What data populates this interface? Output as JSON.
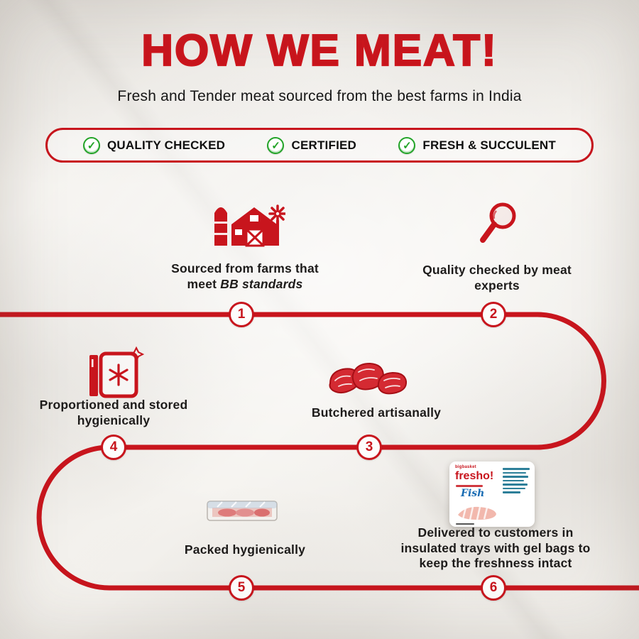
{
  "header": {
    "title": "HOW WE MEAT!",
    "subtitle": "Fresh and Tender meat sourced from the best farms in India"
  },
  "badge_bar": {
    "items": [
      "QUALITY CHECKED",
      "CERTIFIED",
      "FRESH & SUCCULENT"
    ],
    "check_glyph": "✓"
  },
  "steps": [
    {
      "number": "1",
      "icon": "farm-icon",
      "line1": "Sourced from farms that",
      "line2_plain": "meet",
      "line2_italic": "BB standards"
    },
    {
      "number": "2",
      "icon": "magnifier-icon",
      "text": "Quality checked by meat experts"
    },
    {
      "number": "3",
      "icon": "meat-icon",
      "text": "Butchered artisanally"
    },
    {
      "number": "4",
      "icon": "fridge-icon",
      "text": "Proportioned and stored hygienically"
    },
    {
      "number": "5",
      "icon": "tray-icon",
      "text": "Packed hygienically"
    },
    {
      "number": "6",
      "icon": "package-icon",
      "text": "Delivered to customers in insulated trays with gel bags to keep the freshness intact"
    }
  ],
  "package_card": {
    "brand_small": "bigbasket",
    "brand": "fresho!",
    "product": "Fish"
  },
  "colors": {
    "accent_red": "#c8151d",
    "check_green": "#23a428",
    "text_dark": "#1d1b1a",
    "fresho_blue": "#1a6db4",
    "paper": "#f5f3ef"
  }
}
